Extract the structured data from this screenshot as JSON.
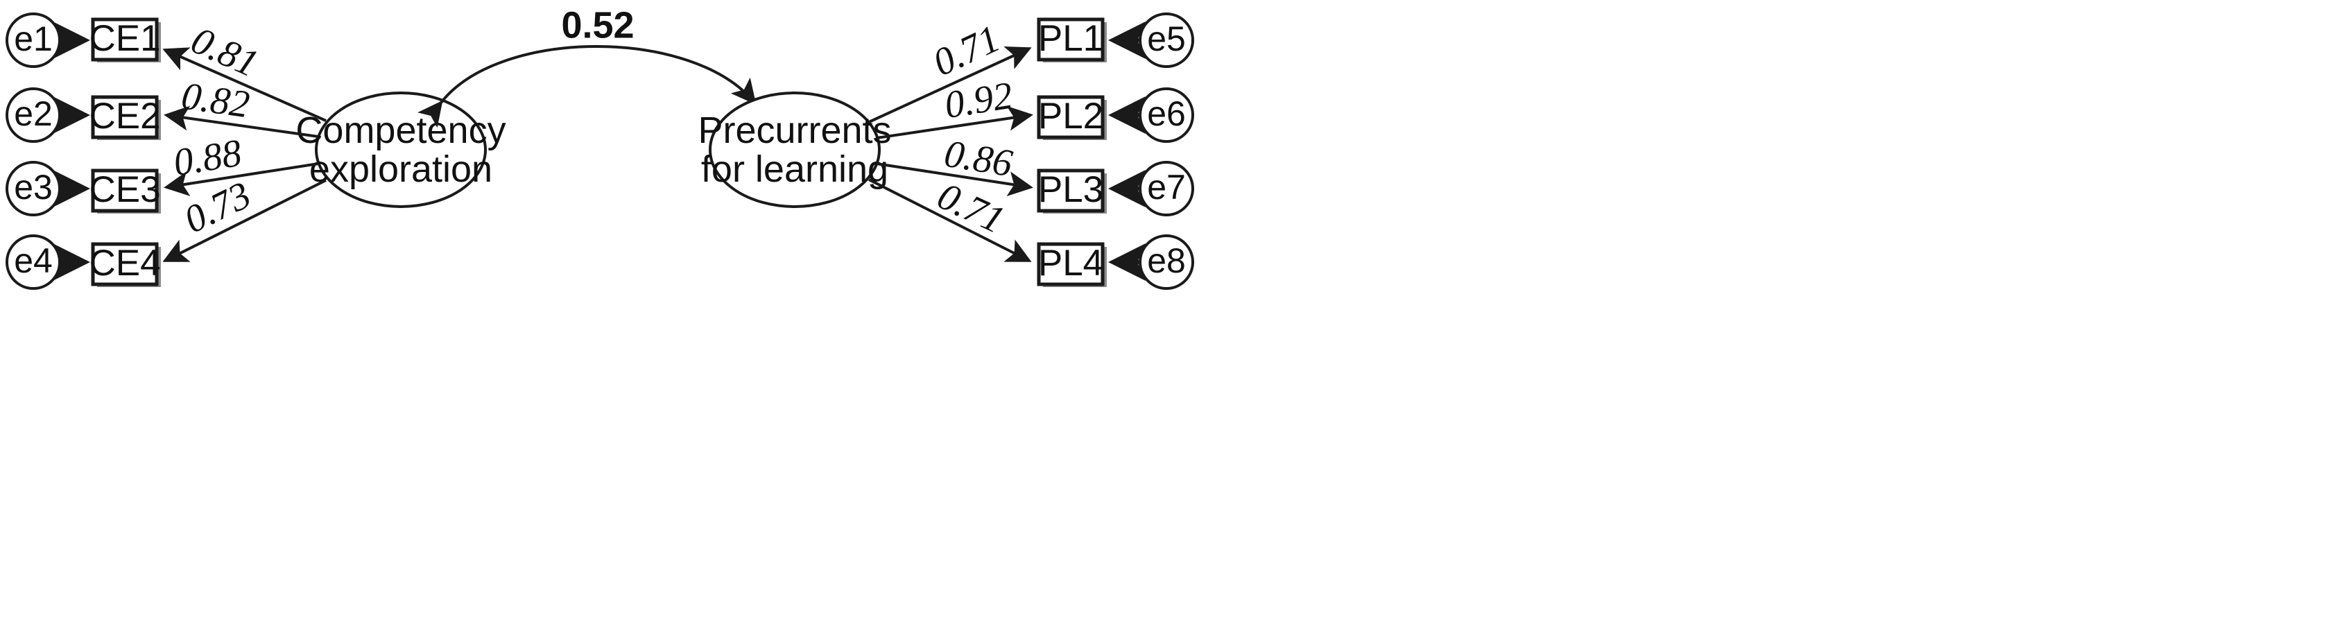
{
  "diagram": {
    "title": "Structural equation model: Competency exploration and Precurrents for learning",
    "type": "sem-path-diagram",
    "colors": {
      "stroke": "#1a1a1a",
      "text": "#111111",
      "background": "#ffffff",
      "box_shadow": "#8c8c8c"
    }
  },
  "latents": {
    "left": {
      "name": "competency-exploration",
      "line1": "Competency",
      "line2": "exploration"
    },
    "right": {
      "name": "precurrents-for-learning",
      "line1": "Precurrents",
      "line2": "for learning"
    }
  },
  "covariance": {
    "label": "0.52",
    "from": "competency-exploration",
    "to": "precurrents-for-learning",
    "bidirectional": true
  },
  "left_indicators": [
    {
      "error": "e1",
      "box": "CE1",
      "loading": "0.81"
    },
    {
      "error": "e2",
      "box": "CE2",
      "loading": "0.82"
    },
    {
      "error": "e3",
      "box": "CE3",
      "loading": "0.88"
    },
    {
      "error": "e4",
      "box": "CE4",
      "loading": "0.73"
    }
  ],
  "right_indicators": [
    {
      "error": "e5",
      "box": "PL1",
      "loading": "0.71"
    },
    {
      "error": "e6",
      "box": "PL2",
      "loading": "0.92"
    },
    {
      "error": "e7",
      "box": "PL3",
      "loading": "0.86"
    },
    {
      "error": "e8",
      "box": "PL4",
      "loading": "0.71"
    }
  ],
  "chart_data": {
    "type": "diagram",
    "title": "Confirmatory factor analysis path diagram",
    "factors": [
      {
        "name": "Competency exploration",
        "indicators": [
          {
            "indicator": "CE1",
            "standardized_loading": 0.81,
            "error_term": "e1"
          },
          {
            "indicator": "CE2",
            "standardized_loading": 0.82,
            "error_term": "e2"
          },
          {
            "indicator": "CE3",
            "standardized_loading": 0.88,
            "error_term": "e3"
          },
          {
            "indicator": "CE4",
            "standardized_loading": 0.73,
            "error_term": "e4"
          }
        ]
      },
      {
        "name": "Precurrents for learning",
        "indicators": [
          {
            "indicator": "PL1",
            "standardized_loading": 0.71,
            "error_term": "e5"
          },
          {
            "indicator": "PL2",
            "standardized_loading": 0.92,
            "error_term": "e6"
          },
          {
            "indicator": "PL3",
            "standardized_loading": 0.86,
            "error_term": "e7"
          },
          {
            "indicator": "PL4",
            "standardized_loading": 0.71,
            "error_term": "e8"
          }
        ]
      }
    ],
    "covariances": [
      {
        "between": [
          "Competency exploration",
          "Precurrents for learning"
        ],
        "value": 0.52
      }
    ]
  }
}
